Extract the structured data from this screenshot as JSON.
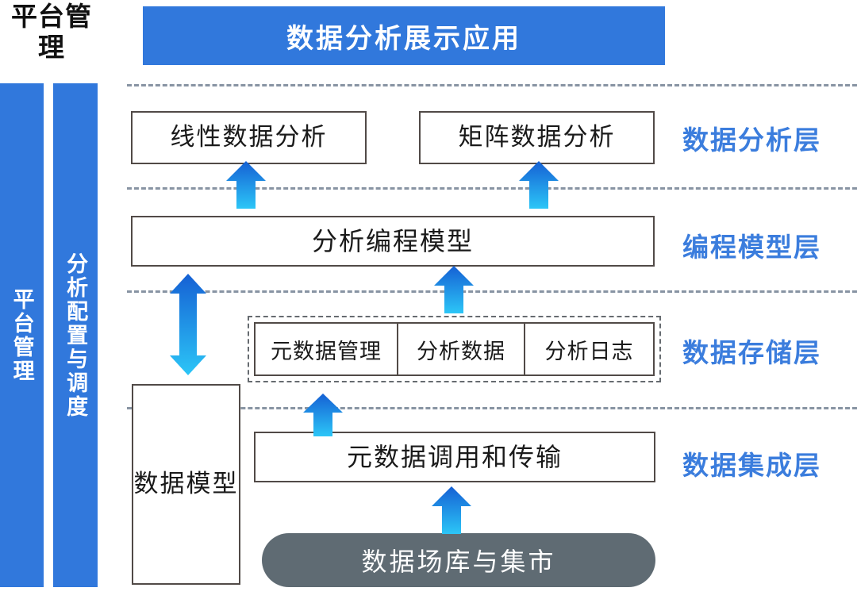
{
  "sidebar": {
    "corner_title": "平台管理",
    "bars": [
      {
        "name": "platform-management",
        "label": "平台管理"
      },
      {
        "name": "analysis-config-schedule",
        "label": "分析配置与调度"
      }
    ]
  },
  "banner": {
    "title": "数据分析展示应用"
  },
  "analysis_layer": {
    "boxes": [
      {
        "label": "线性数据分析"
      },
      {
        "label": "矩阵数据分析"
      }
    ]
  },
  "program_layer": {
    "box": {
      "label": "分析编程模型"
    }
  },
  "storage_layer": {
    "cells": [
      {
        "label": "元数据管理"
      },
      {
        "label": "分析数据"
      },
      {
        "label": "分析日志"
      }
    ]
  },
  "integration_layer": {
    "transport_box": {
      "label": "元数据调用和传输"
    },
    "warehouse_box": {
      "label": "数据场库与集市"
    }
  },
  "data_model": {
    "label": "数据模型"
  },
  "layer_labels": [
    {
      "label": "数据分析层"
    },
    {
      "label": "编程模型层"
    },
    {
      "label": "数据存储层"
    },
    {
      "label": "数据集成层"
    }
  ],
  "colors": {
    "brand_blue": "#3178DC",
    "label_blue": "#3B7DDD",
    "arrow_top": "#1560D4",
    "arrow_bottom": "#2CC6F7",
    "box_border": "#514a47",
    "dash_line": "#8894a3",
    "warehouse_gray": "#5F6B73",
    "text_dark": "#1a1a1a",
    "text_white": "#ffffff"
  },
  "arrows": [
    {
      "name": "arrow-to-linear-analysis",
      "direction": "up"
    },
    {
      "name": "arrow-to-matrix-analysis",
      "direction": "up"
    },
    {
      "name": "arrow-to-program-model",
      "direction": "up"
    },
    {
      "name": "arrow-to-storage-layer",
      "direction": "up"
    },
    {
      "name": "arrow-to-metadata-transport",
      "direction": "up"
    },
    {
      "name": "arrow-data-model-bidirectional",
      "direction": "both"
    }
  ]
}
